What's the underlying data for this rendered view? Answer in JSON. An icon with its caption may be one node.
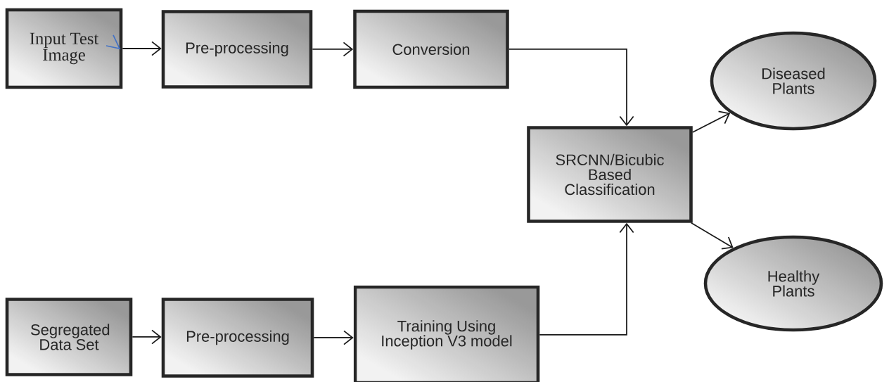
{
  "diagram": {
    "nodes": [
      {
        "text": [
          "Input Test Image"
        ]
      },
      {
        "text": [
          "Pre-processing"
        ]
      },
      {
        "text": [
          "Conversion"
        ]
      },
      {
        "text": [
          "SRCNN/Bicubic Based Classification"
        ]
      },
      {
        "text": [
          "Diseased Plants"
        ]
      },
      {
        "text": [
          "Healthy Plants"
        ]
      },
      {
        "text": [
          "Segregated Data Set"
        ]
      },
      {
        "text": [
          "Pre-processing"
        ]
      },
      {
        "text": [
          "Training Using Inception V3 model"
        ]
      }
    ],
    "edges": [
      {
        "from": 0,
        "to": 1,
        "arrow": "to"
      },
      {
        "from": 1,
        "to": 2,
        "arrow": "to"
      },
      {
        "from": 2,
        "to": 3,
        "arrow": "to"
      },
      {
        "from": 6,
        "to": 7,
        "arrow": "to"
      },
      {
        "from": 7,
        "to": 8,
        "arrow": "to"
      },
      {
        "from": 8,
        "to": 3,
        "arrow": "to"
      },
      {
        "from": 3,
        "to": 4,
        "arrow": "to"
      },
      {
        "from": 3,
        "to": 5,
        "arrow": "to"
      }
    ]
  }
}
